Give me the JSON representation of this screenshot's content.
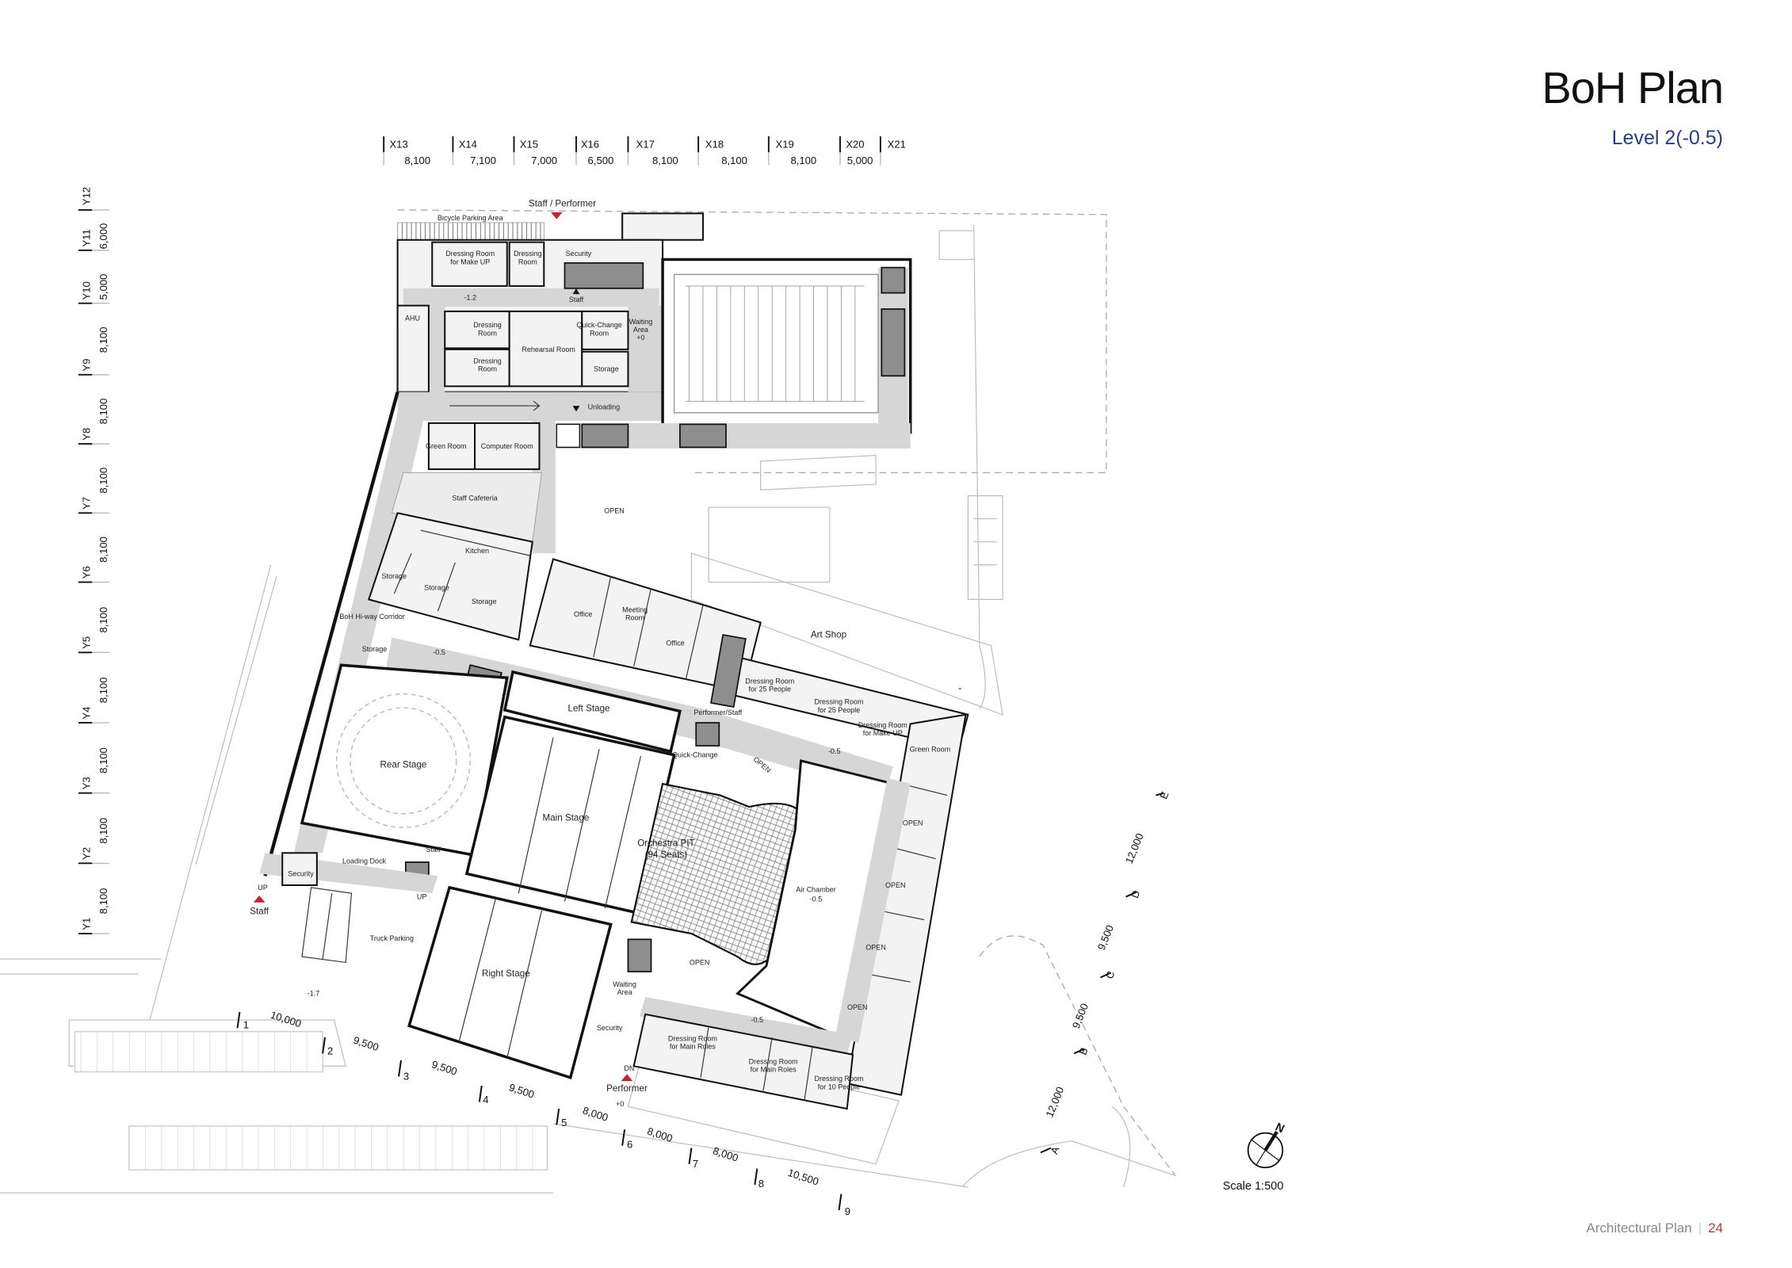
{
  "header": {
    "title": "BoH Plan",
    "subtitle": "Level 2(-0.5)"
  },
  "footer": {
    "section": "Architectural Plan",
    "page": "24"
  },
  "scale": {
    "label": "Scale 1:500",
    "north": "N"
  },
  "colors": {
    "subtitle": "#2b3d8a",
    "entrance_marker": "#c0262d",
    "page_number": "#b03a3a"
  },
  "grid": {
    "x": [
      {
        "label": "X13",
        "dim": "8,100"
      },
      {
        "label": "X14",
        "dim": "7,100"
      },
      {
        "label": "X15",
        "dim": "7,000"
      },
      {
        "label": "X16",
        "dim": "6,500"
      },
      {
        "label": "X17",
        "dim": "8,100"
      },
      {
        "label": "X18",
        "dim": "8,100"
      },
      {
        "label": "X19",
        "dim": "8,100"
      },
      {
        "label": "X20",
        "dim": "5,000"
      },
      {
        "label": "X21",
        "dim": ""
      }
    ],
    "y": [
      {
        "label": "Y12",
        "dim": ""
      },
      {
        "label": "Y11",
        "dim": "6,000"
      },
      {
        "label": "Y10",
        "dim": "5,000"
      },
      {
        "label": "Y9",
        "dim": "8,100"
      },
      {
        "label": "Y8",
        "dim": "8,100"
      },
      {
        "label": "Y7",
        "dim": "8,100"
      },
      {
        "label": "Y6",
        "dim": "8,100"
      },
      {
        "label": "Y5",
        "dim": "8,100"
      },
      {
        "label": "Y4",
        "dim": "8,100"
      },
      {
        "label": "Y3",
        "dim": "8,100"
      },
      {
        "label": "Y2",
        "dim": "8,100"
      },
      {
        "label": "Y1",
        "dim": "8,100"
      }
    ],
    "numbered": [
      {
        "label": "1",
        "dim": "10,000"
      },
      {
        "label": "2",
        "dim": "9,500"
      },
      {
        "label": "3",
        "dim": "9,500"
      },
      {
        "label": "4",
        "dim": "9,500"
      },
      {
        "label": "5",
        "dim": "8,000"
      },
      {
        "label": "6",
        "dim": "8,000"
      },
      {
        "label": "7",
        "dim": "8,000"
      },
      {
        "label": "8",
        "dim": "10,500"
      },
      {
        "label": "9",
        "dim": ""
      }
    ],
    "lettered": [
      {
        "label": "A",
        "dim": "12,000"
      },
      {
        "label": "B",
        "dim": "9,500"
      },
      {
        "label": "C",
        "dim": "9,500"
      },
      {
        "label": "D",
        "dim": "12,000"
      },
      {
        "label": "E",
        "dim": ""
      }
    ]
  },
  "entrances": [
    {
      "label": "Staff / Performer",
      "icon": "red-triangle-down"
    },
    {
      "label": "Staff",
      "icon": "red-triangle-up"
    },
    {
      "label": "Performer",
      "icon": "red-triangle-up"
    }
  ],
  "rooms": [
    {
      "lines": [
        "Bicycle Parking Area"
      ]
    },
    {
      "lines": [
        "Dressing Room",
        "for Make UP"
      ]
    },
    {
      "lines": [
        "Dressing",
        "Room"
      ]
    },
    {
      "lines": [
        "Security"
      ]
    },
    {
      "lines": [
        "Staff"
      ]
    },
    {
      "lines": [
        "-1.2"
      ]
    },
    {
      "lines": [
        "AHU"
      ]
    },
    {
      "lines": [
        "Dressing",
        "Room"
      ]
    },
    {
      "lines": [
        "Rehearsal Room"
      ]
    },
    {
      "lines": [
        "Quick-Change",
        "Room"
      ]
    },
    {
      "lines": [
        "Waiting",
        "Area",
        "+0"
      ]
    },
    {
      "lines": [
        "Dressing",
        "Room"
      ]
    },
    {
      "lines": [
        "Storage"
      ]
    },
    {
      "lines": [
        "Unloading"
      ]
    },
    {
      "lines": [
        "Green Room"
      ]
    },
    {
      "lines": [
        "Computer Room"
      ]
    },
    {
      "lines": [
        "Staff Cafeteria"
      ]
    },
    {
      "lines": [
        "OPEN"
      ]
    },
    {
      "lines": [
        "Kitchen"
      ]
    },
    {
      "lines": [
        "Storage"
      ]
    },
    {
      "lines": [
        "Storage"
      ]
    },
    {
      "lines": [
        "Storage"
      ]
    },
    {
      "lines": [
        "BoH Hi-way Corridor"
      ]
    },
    {
      "lines": [
        "Office"
      ]
    },
    {
      "lines": [
        "Meeting",
        "Room"
      ]
    },
    {
      "lines": [
        "Office"
      ]
    },
    {
      "lines": [
        "Art Shop"
      ]
    },
    {
      "lines": [
        "Storage"
      ]
    },
    {
      "lines": [
        "-0.5"
      ]
    },
    {
      "lines": [
        "Left Stage"
      ]
    },
    {
      "lines": [
        "Dressing Room",
        "for 25 People"
      ]
    },
    {
      "lines": [
        "Dressing Room",
        "for 25 People"
      ]
    },
    {
      "lines": [
        "Dressing Room",
        "for Make UP"
      ]
    },
    {
      "lines": [
        "Green Room"
      ]
    },
    {
      "lines": [
        "Performer/Staff"
      ]
    },
    {
      "lines": [
        "Quick-Change"
      ]
    },
    {
      "lines": [
        "OPEN"
      ]
    },
    {
      "lines": [
        "-0.5"
      ]
    },
    {
      "lines": [
        "Rear Stage"
      ]
    },
    {
      "lines": [
        "Main Stage"
      ]
    },
    {
      "lines": [
        "Orchestra PIT",
        "(94 Seats)"
      ]
    },
    {
      "lines": [
        "Air Chamber",
        "-0.5"
      ]
    },
    {
      "lines": [
        "OPEN"
      ]
    },
    {
      "lines": [
        "OPEN"
      ]
    },
    {
      "lines": [
        "OPEN"
      ]
    },
    {
      "lines": [
        "OPEN"
      ]
    },
    {
      "lines": [
        "Staff"
      ]
    },
    {
      "lines": [
        "Loading Dock"
      ]
    },
    {
      "lines": [
        "Security"
      ]
    },
    {
      "lines": [
        "UP"
      ]
    },
    {
      "lines": [
        "UP"
      ]
    },
    {
      "lines": [
        "Truck Parking"
      ]
    },
    {
      "lines": [
        "Right Stage"
      ]
    },
    {
      "lines": [
        "OPEN"
      ]
    },
    {
      "lines": [
        "Waiting",
        "Area"
      ]
    },
    {
      "lines": [
        "-1.7"
      ]
    },
    {
      "lines": [
        "-0.5"
      ]
    },
    {
      "lines": [
        "Security"
      ]
    },
    {
      "lines": [
        "Dressing Room",
        "for Main Roles"
      ]
    },
    {
      "lines": [
        "Dressing Room",
        "for Main Roles"
      ]
    },
    {
      "lines": [
        "Dressing Room",
        "for 10 People"
      ]
    },
    {
      "lines": [
        "DN"
      ]
    },
    {
      "lines": [
        "+0"
      ]
    }
  ]
}
